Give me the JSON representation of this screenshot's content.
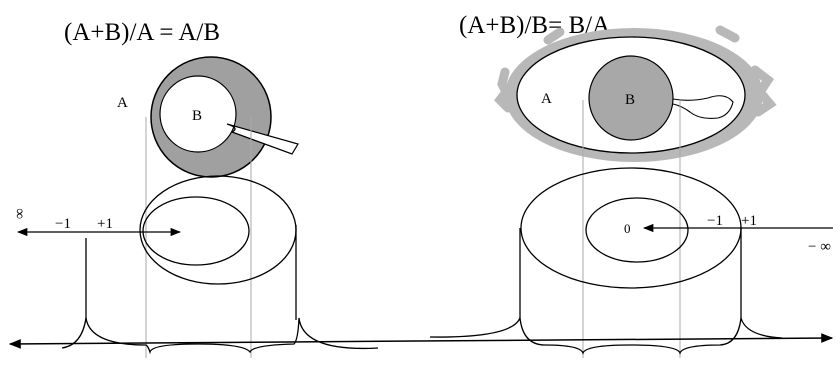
{
  "left": {
    "equation": "(A+B)/A = A/B",
    "ring_outer_label": "A",
    "ring_inner_label": "B",
    "axis_infinity": "∞",
    "axis_minus_one": "−1",
    "axis_plus_one": "+1"
  },
  "right": {
    "equation": "(A+B)/B= B/A",
    "ring_outer_label": "A",
    "ring_inner_label": "B",
    "axis_zero": "0",
    "axis_minus_one": "−1",
    "axis_plus_one": "+1",
    "axis_minus_infinity": "− ∞"
  },
  "colors": {
    "ink": "#000000",
    "ring_fill": "#a0a0a0",
    "ring_edge_fuzzy": "#b8b8b8",
    "projection_lines": "#aaaaaa"
  }
}
